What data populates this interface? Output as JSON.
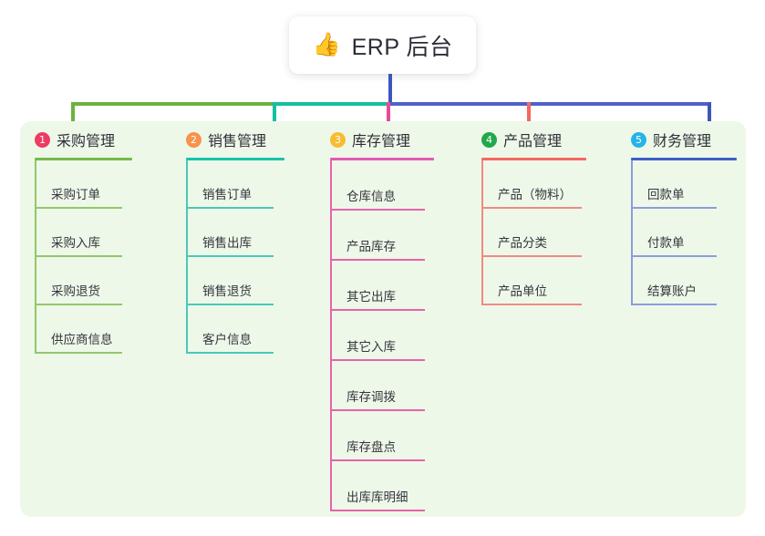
{
  "root": {
    "icon": "thumbs-up-icon",
    "emoji": "👍",
    "title": "ERP 后台"
  },
  "palette": {
    "panel_bg": "#eef8e9",
    "page_bg": "#ffffff",
    "stem_blue": "#3d56bb",
    "bus_green": "#6cb33f",
    "bus_teal": "#16bfa0",
    "bus_blue": "#5060c8"
  },
  "columns": [
    {
      "number": "1",
      "title": "采购管理",
      "badge_color": "#ef3b63",
      "rule_color": "#74bb4a",
      "line_color": "#92c76b",
      "drop_color": "#6cb33f",
      "items": [
        "采购订单",
        "采购入库",
        "采购退货",
        "供应商信息"
      ]
    },
    {
      "number": "2",
      "title": "销售管理",
      "badge_color": "#f7934c",
      "rule_color": "#18c4ac",
      "line_color": "#49c9b9",
      "drop_color": "#16bfa0",
      "items": [
        "销售订单",
        "销售出库",
        "销售退货",
        "客户信息"
      ]
    },
    {
      "number": "3",
      "title": "库存管理",
      "badge_color": "#f7bd30",
      "rule_color": "#e259b4",
      "line_color": "#e664a8",
      "drop_color": "#ec4899",
      "items": [
        "仓库信息",
        "产品库存",
        "其它出库",
        "其它入库",
        "库存调拨",
        "库存盘点",
        "出库库明细"
      ]
    },
    {
      "number": "4",
      "title": "产品管理",
      "badge_color": "#21a84a",
      "rule_color": "#f4685f",
      "line_color": "#f08a82",
      "drop_color": "#f4685f",
      "items": [
        "产品（物料）",
        "产品分类",
        "产品单位"
      ]
    },
    {
      "number": "5",
      "title": "财务管理",
      "badge_color": "#27b3e8",
      "rule_color": "#3c5fc4",
      "line_color": "#8b9ddc",
      "drop_color": "#3d56bb",
      "items": [
        "回款单",
        "付款单",
        "结算账户"
      ]
    }
  ]
}
